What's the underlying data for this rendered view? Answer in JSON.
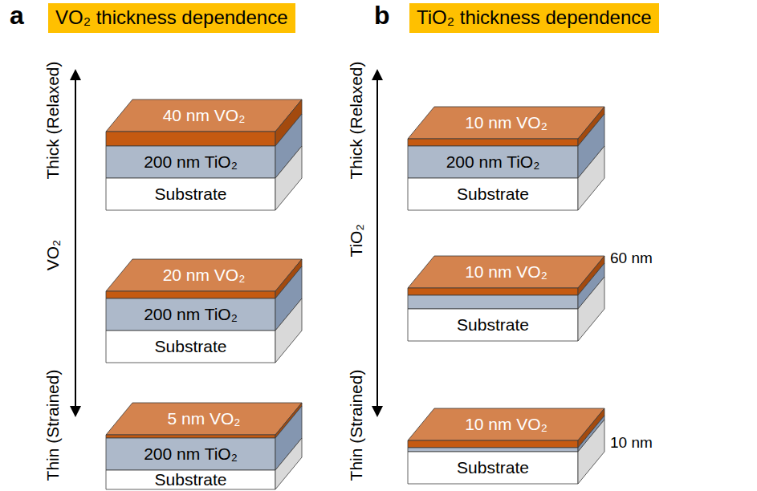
{
  "diagram": {
    "nodes": [
      {
        "text": [
          "VO₂ thickness dependence"
        ]
      },
      {
        "text": [
          "40 nm VO₂"
        ]
      },
      {
        "text": [
          "200 nm TiO₂"
        ]
      },
      {
        "text": [
          "Substrate"
        ]
      },
      {
        "text": [
          "20 nm VO₂"
        ]
      },
      {
        "text": [
          "200 nm TiO₂"
        ]
      },
      {
        "text": [
          "Substrate"
        ]
      },
      {
        "text": [
          "5 nm VO₂"
        ]
      },
      {
        "text": [
          "200 nm TiO₂"
        ]
      },
      {
        "text": [
          "Substrate"
        ]
      },
      {
        "text": [
          "TiO₂ thickness dependence"
        ]
      },
      {
        "text": [
          "10 nm VO₂"
        ]
      },
      {
        "text": [
          "200 nm TiO₂"
        ]
      },
      {
        "text": [
          "Substrate"
        ]
      },
      {
        "text": [
          "10 nm VO₂"
        ]
      },
      {
        "text": [
          "Substrate"
        ]
      },
      {
        "text": [
          "10 nm VO₂"
        ]
      },
      {
        "text": [
          "Substrate"
        ]
      }
    ],
    "labels": [
      "a",
      "b",
      "Thick (Relaxed)",
      "VO₂",
      "Thin (Strained)",
      "Thick (Relaxed)",
      "TiO₂",
      "Thin (Strained)",
      "60 nm",
      "10 nm"
    ]
  }
}
